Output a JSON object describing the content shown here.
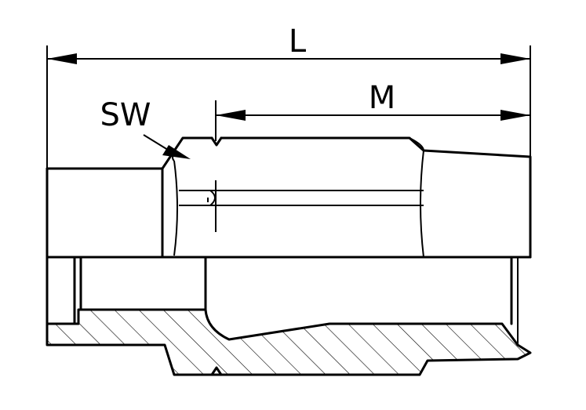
{
  "labels": {
    "overall_length": "L",
    "thread_length": "M",
    "wrench_size": "SW"
  }
}
